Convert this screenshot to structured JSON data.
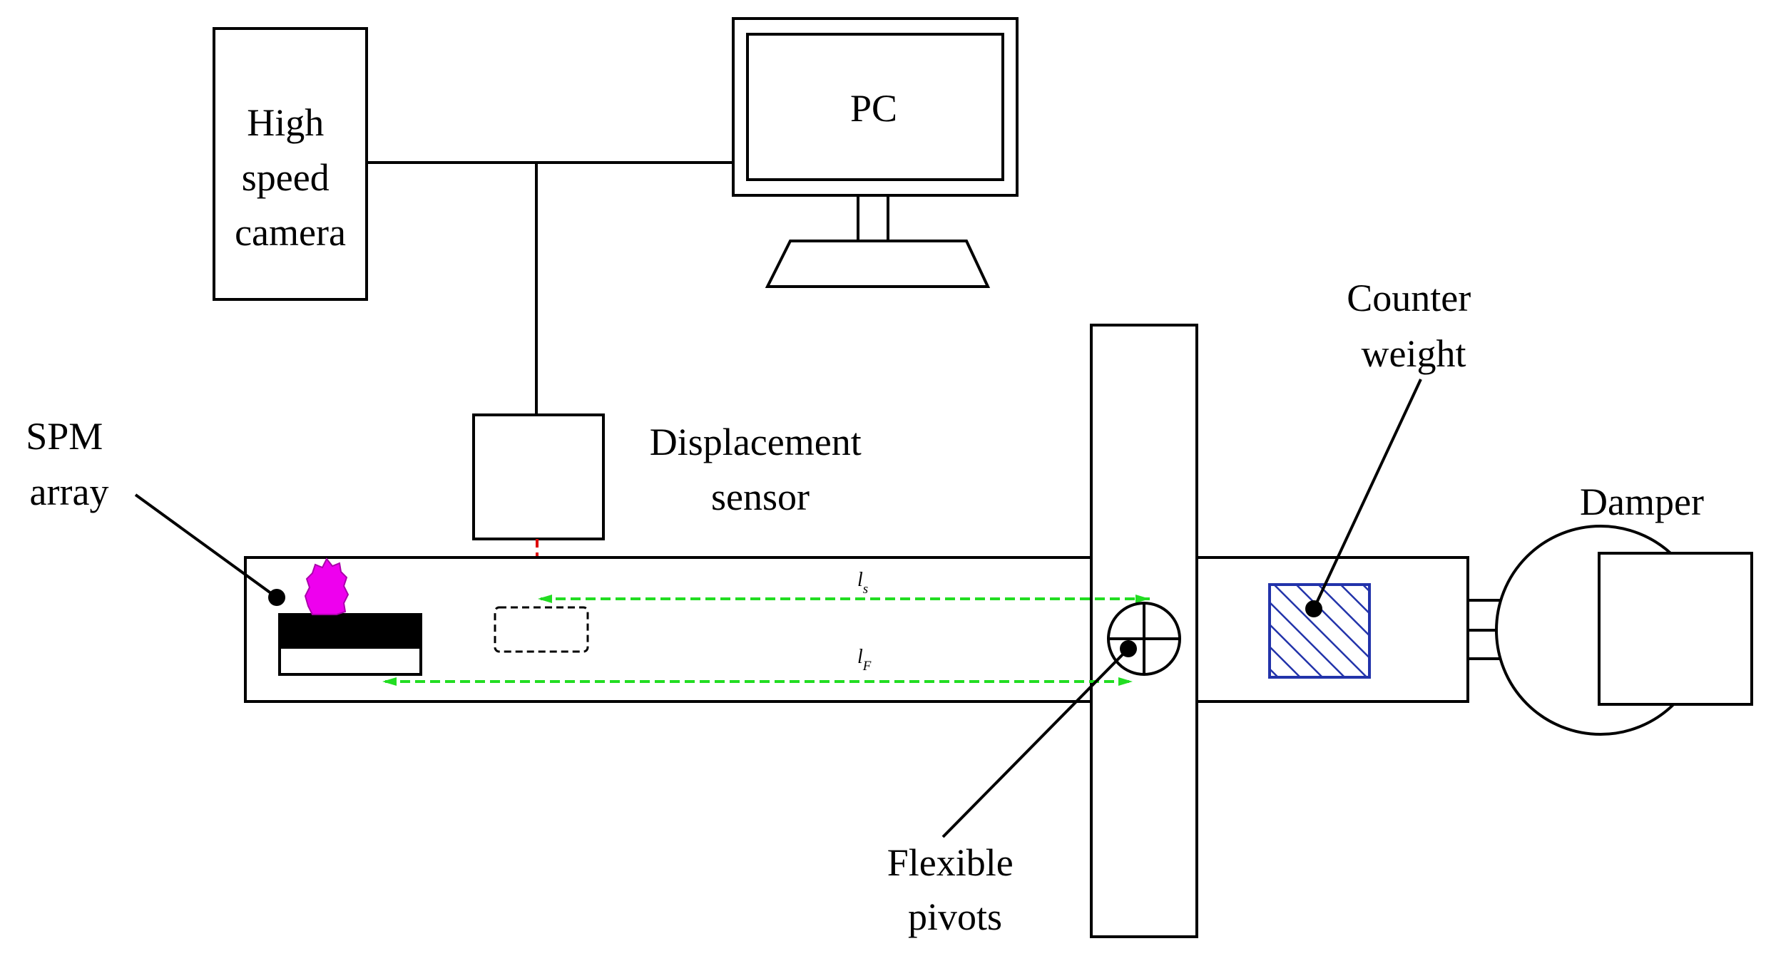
{
  "labels": {
    "camera": [
      "High",
      "speed",
      "camera"
    ],
    "pc": "PC",
    "displacement_sensor": [
      "Displacement",
      "sensor"
    ],
    "spm_array": [
      "SPM",
      "array"
    ],
    "counter_weight": [
      "Counter",
      "weight"
    ],
    "damper": "Damper",
    "flexible_pivots": [
      "Flexible",
      "pivots"
    ],
    "ls": {
      "main": "l",
      "sub": "s"
    },
    "lf": {
      "main": "l",
      "sub": "F"
    }
  },
  "colors": {
    "line": "#000000",
    "green_dimension": "#22dd22",
    "red_laser": "#dd0000",
    "spm_blob": "#ee00ee",
    "hatch": "#2233aa"
  }
}
